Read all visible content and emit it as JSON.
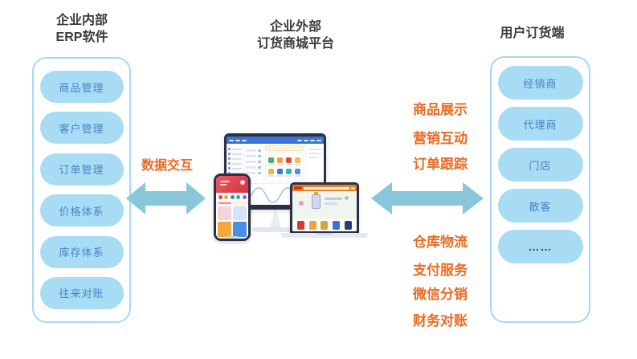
{
  "left_panel": {
    "title_line1": "企业内部",
    "title_line2": "ERP软件",
    "items": [
      "商品管理",
      "客户管理",
      "订单管理",
      "价格体系",
      "库存体系",
      "往来对账"
    ]
  },
  "center": {
    "title_line1": "企业外部",
    "title_line2": "订货商城平台"
  },
  "right_panel": {
    "title": "用户订货端",
    "items": [
      "经销商",
      "代理商",
      "门店",
      "散客",
      "……"
    ]
  },
  "flow": {
    "left_arrow_label": "数据交互",
    "top_labels": [
      "商品展示",
      "营销互动",
      "订单跟踪"
    ],
    "bottom_labels": [
      "仓库物流",
      "支付服务",
      "微信分销",
      "财务对账"
    ]
  },
  "icons": {
    "devices": [
      "desktop-monitor",
      "smartphone",
      "laptop"
    ],
    "arrows": [
      "double-arrow-left",
      "double-arrow-right"
    ]
  },
  "colors": {
    "pill_bg": "#a8dcf5",
    "pill_text": "#4585c5",
    "panel_border": "#a5d9f3",
    "arrow": "#87c7d9",
    "accent_orange": "#ed6a21",
    "heading_text": "#3b3b3b"
  }
}
